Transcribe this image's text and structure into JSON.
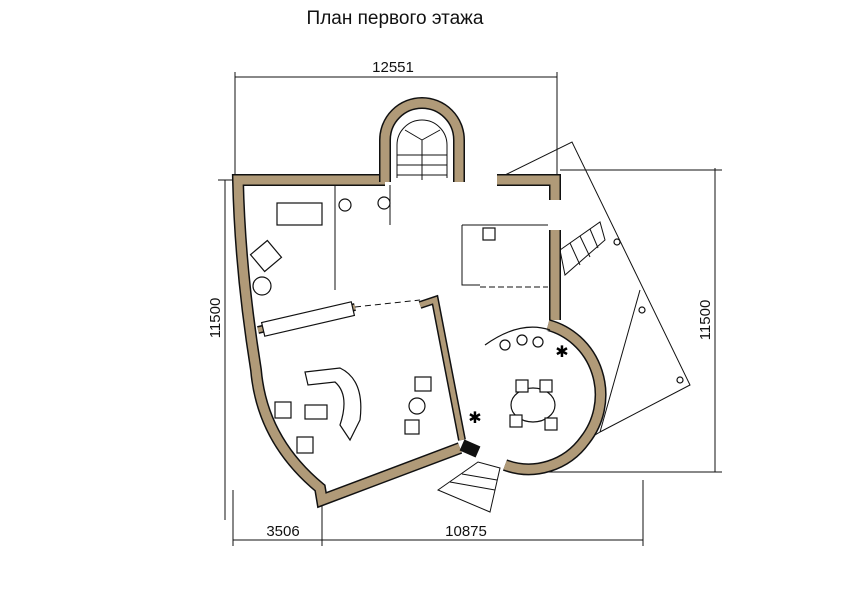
{
  "title": "План первого этажа",
  "dimensions": {
    "top_width": "12551",
    "left_height": "11500",
    "right_height": "11500",
    "bottom_left": "3506",
    "bottom_right": "10875"
  },
  "colors": {
    "wall": "#b09a78",
    "line": "#111111"
  }
}
